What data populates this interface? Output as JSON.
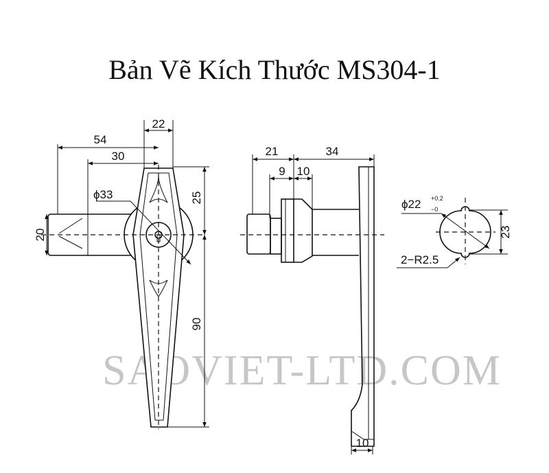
{
  "title": "Bản Vẽ Kích Thước MS304-1",
  "watermark": "SAOVIET-LTD.COM",
  "front_view": {
    "dim_width_top": "22",
    "dim_overall": "54",
    "dim_body": "30",
    "dim_diameter": "ϕ33",
    "dim_height_small": "20",
    "dim_top": "25",
    "dim_length": "90"
  },
  "side_view": {
    "dim_rear": "21",
    "dim_front": "34",
    "dim_thread": "9",
    "dim_flange": "10",
    "dim_handle_thickness": "10"
  },
  "cutout": {
    "dim_diameter": "ϕ22",
    "tol_plus": "+0.2",
    "tol_minus": "−0",
    "dim_height": "23",
    "dim_radius": "2−R2.5"
  }
}
